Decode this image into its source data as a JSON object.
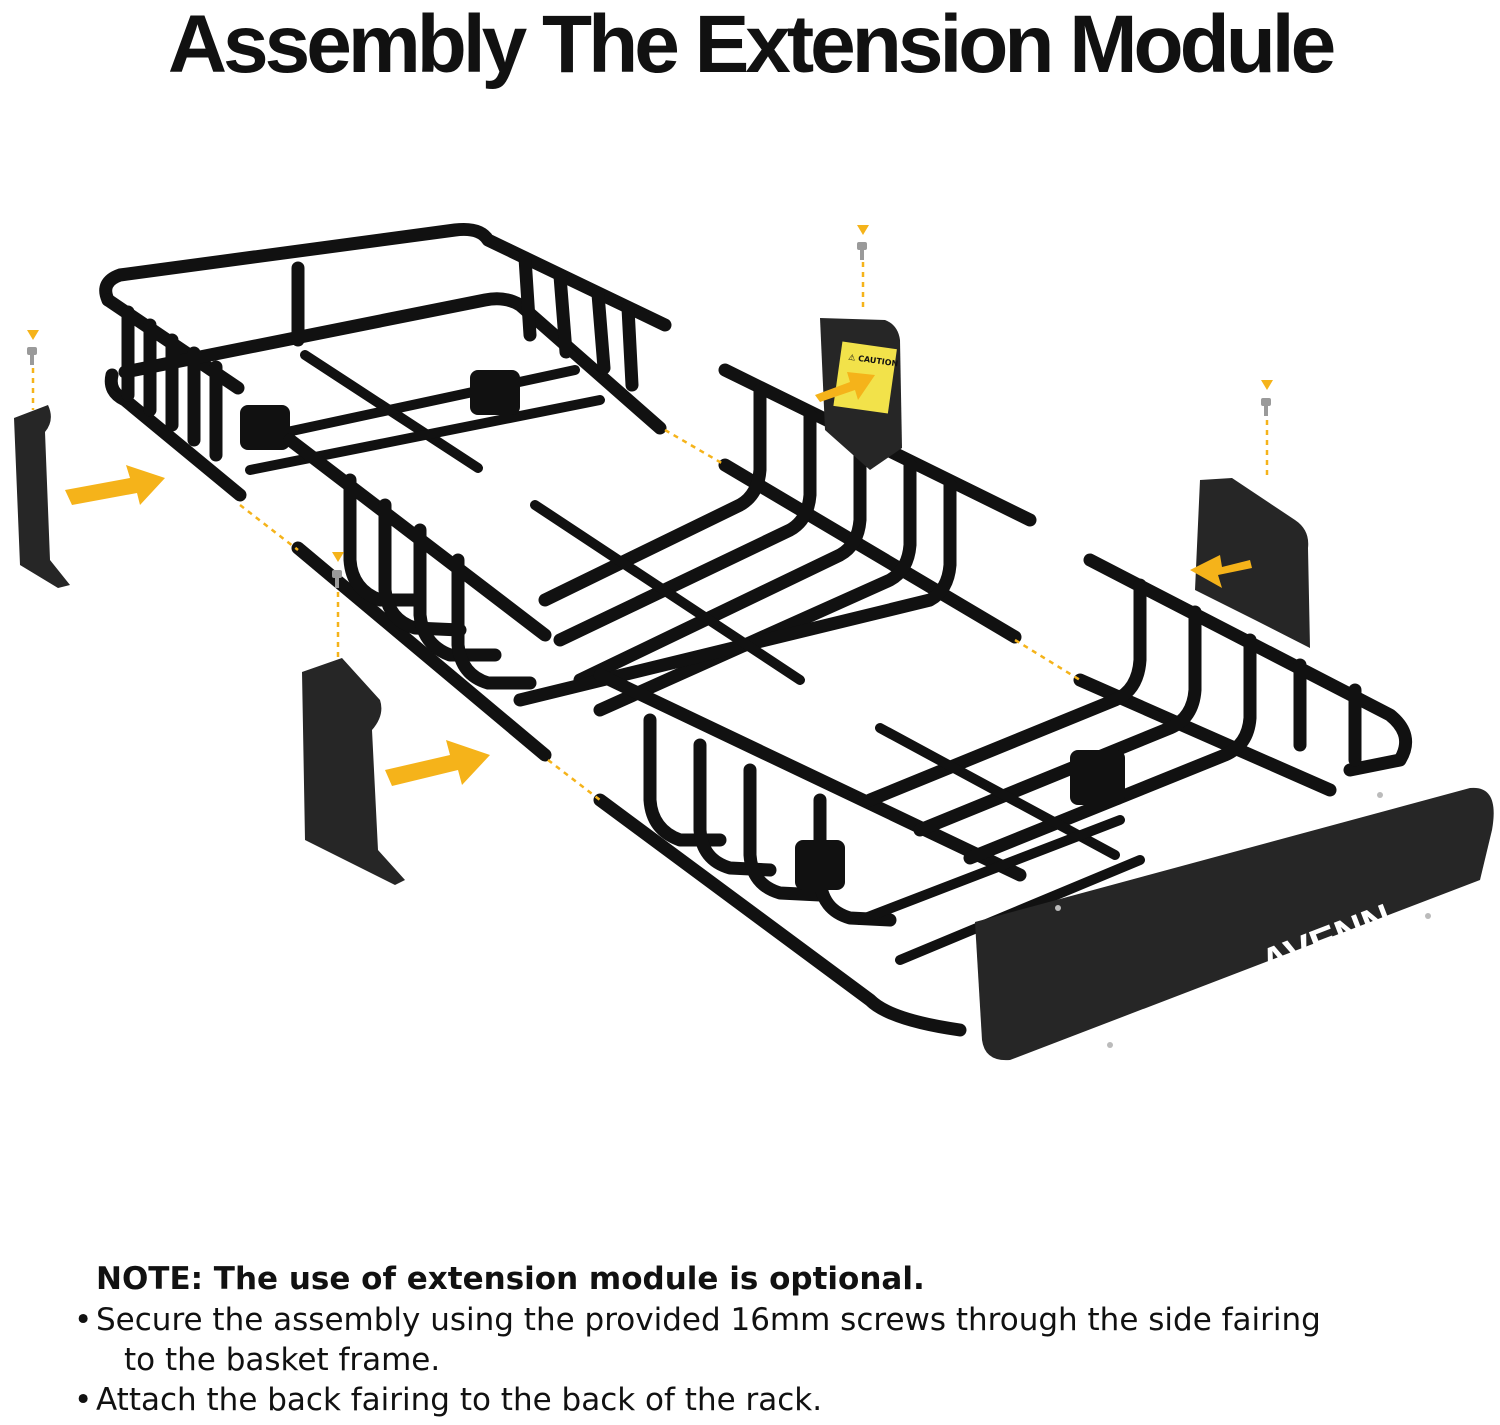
{
  "title": "Assembly The Extension Module",
  "colors": {
    "frame": "#111111",
    "arrow": "#F5B31A",
    "fairing": "#262626",
    "caution": "#F2E24A",
    "screw": "#9a9a9a"
  },
  "brand": {
    "logo_text": "AVENN",
    "caution_text": "⚠ CAUTION"
  },
  "icons": [
    "screw-icon",
    "assembly-arrow-icon",
    "alignment-dashed-line"
  ],
  "notes": {
    "heading": "NOTE: The use of extension module is optional.",
    "bullets": [
      {
        "line1": "Secure the assembly using the provided 16mm screws through the side fairing",
        "line2": "to the basket frame."
      },
      {
        "line1": "Attach the back fairing to the back of the rack."
      }
    ]
  }
}
